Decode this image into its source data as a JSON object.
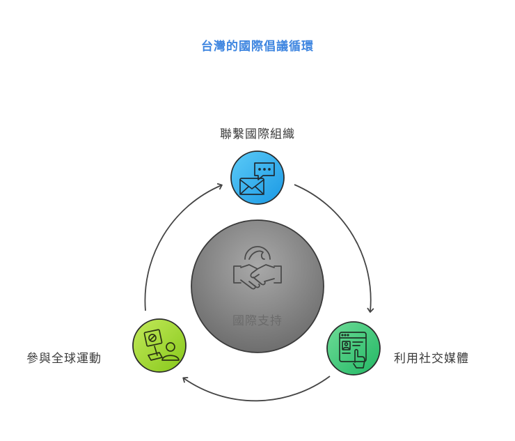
{
  "title": "台灣的國際倡議循環",
  "center": {
    "label": "國際支持",
    "icon": "handshake-globe-icon"
  },
  "nodes": [
    {
      "label": "聯繫國際組織",
      "icon": "envelope-chat-icon",
      "color": "#2eaef0"
    },
    {
      "label": "利用社交媒體",
      "icon": "browser-profile-hand-icon",
      "color": "#3ec97a"
    },
    {
      "label": "參與全球運動",
      "icon": "protest-sign-person-icon",
      "color": "#9fd62a"
    }
  ],
  "colors": {
    "title": "#3f86e0",
    "center_fill": "#8a8a8a",
    "arrow": "#444444"
  }
}
